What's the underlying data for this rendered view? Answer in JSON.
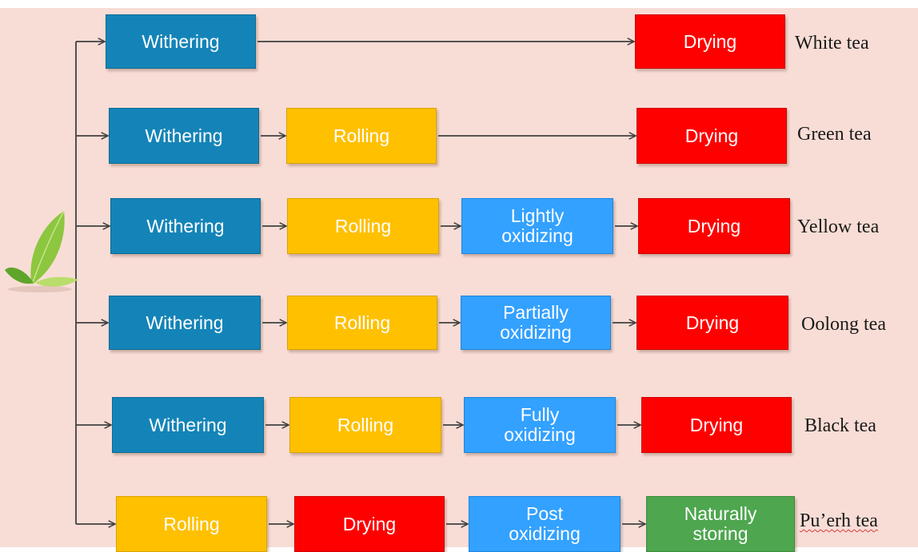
{
  "colors": {
    "background": "#f8ddd6",
    "withering": "#1484b8",
    "rolling": "#ffc000",
    "drying": "#ff0000",
    "oxidizing": "#33a1ff",
    "storing": "#4ea64f",
    "connector": "#404040"
  },
  "icons": {
    "leaf": "tea-leaf-icon"
  },
  "rows": [
    {
      "label": "White tea",
      "steps": [
        "Withering",
        "Drying"
      ]
    },
    {
      "label": "Green tea",
      "steps": [
        "Withering",
        "Rolling",
        "Drying"
      ]
    },
    {
      "label": "Yellow tea",
      "steps": [
        "Withering",
        "Rolling",
        "Lightly\noxidizing",
        "Drying"
      ]
    },
    {
      "label": "Oolong tea",
      "steps": [
        "Withering",
        "Rolling",
        "Partially\noxidizing",
        "Drying"
      ]
    },
    {
      "label": "Black tea",
      "steps": [
        "Withering",
        "Rolling",
        "Fully\noxidizing",
        "Drying"
      ]
    },
    {
      "label": "Pu’erh tea",
      "steps": [
        "Rolling",
        "Drying",
        "Post\noxidizing",
        "Naturally\nstoring"
      ]
    }
  ]
}
